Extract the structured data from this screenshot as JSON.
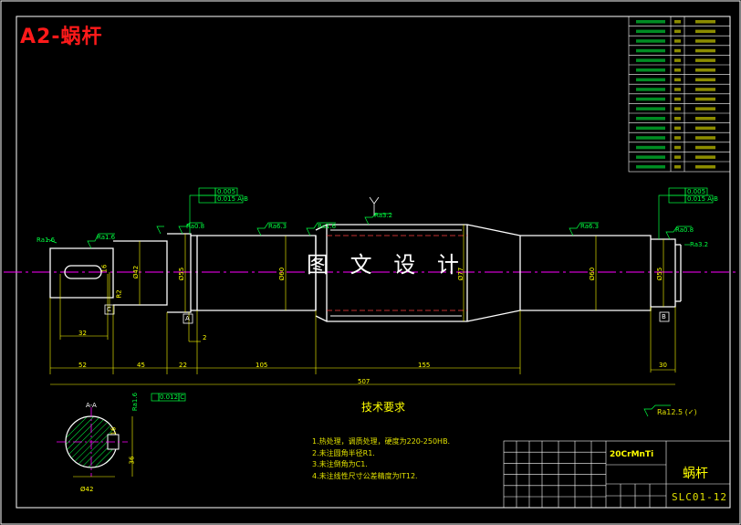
{
  "drawing": {
    "title": "A2-蜗杆",
    "watermark": "图 文 设 计",
    "requirements_title": "技术要求",
    "requirements": [
      "1.热处理，调质处理，硬度为220-250HB.",
      "2.未注圆角半径R1.",
      "3.未注倒角为C1.",
      "4.未注线性尺寸公差精度为IT12."
    ],
    "rough_default": "Ra12.5 (✓)",
    "title_block": {
      "part_name": "蜗杆",
      "drawing_no": "SLC01-12",
      "material": "20CrMnTi"
    },
    "dimensions": {
      "d1": "52",
      "d2": "45",
      "d3": "22",
      "d4": "105",
      "d5": "155",
      "d6": "30",
      "total": "507",
      "key_len": "32",
      "dia_a": "Ø42",
      "dia_b": "Ø55",
      "dia_c": "Ø60",
      "dia_d": "Ø77",
      "dia_e": "Ø60",
      "dia_f": "Ø55",
      "keyw": "16",
      "r2": "R2",
      "two": "2"
    },
    "tolerances": {
      "left_runout": "0.005",
      "left_runout2": "0.015 A-B",
      "right_runout": "0.005",
      "right_runout2": "0.015 A-B",
      "key_sym": "0.012 C"
    },
    "datums": [
      "A",
      "B",
      "C"
    ],
    "roughness": [
      "Ra1.6",
      "Ra1.6",
      "Ra0.8",
      "Ra6.3",
      "Ra1.6",
      "Ra3.2",
      "Ra6.3",
      "Ra0.8",
      "Ra3.2",
      "Ra1.6"
    ],
    "section": {
      "label": "A-A",
      "dia": "Ø42",
      "width": "16",
      "depth": "36"
    },
    "colors": {
      "border": "#ffffff",
      "outline": "#ffffff",
      "center": "#ff00ff",
      "dimension": "#ffff00",
      "hidden": "#ff4040",
      "annotation": "#00ff40",
      "hatch": "#00ff40"
    }
  }
}
